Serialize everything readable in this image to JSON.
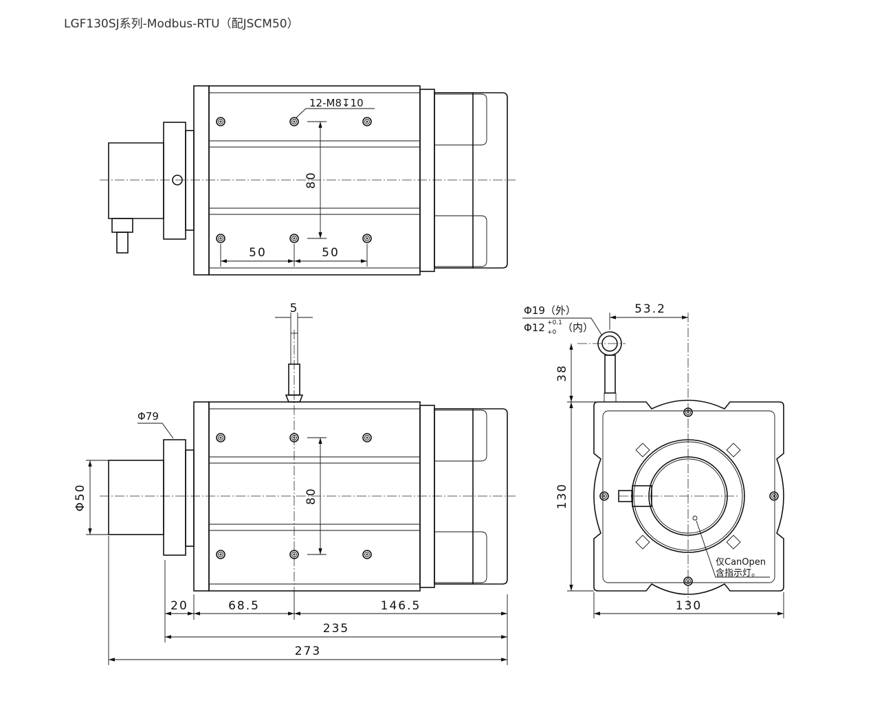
{
  "title": "LGF130SJ系列-Modbus-RTU（配JSCM50）",
  "top_view": {
    "hole_note": "12-M8↧10",
    "dim_80": "80",
    "dim_50_left": "50",
    "dim_50_right": "50"
  },
  "front_view": {
    "dim_5": "5",
    "dia_79": "Φ79",
    "dia_50": "Φ50",
    "dim_80": "80",
    "dim_20": "20",
    "dim_68_5": "68.5",
    "dim_146_5": "146.5",
    "dim_235": "235",
    "dim_273": "273"
  },
  "side_view": {
    "eye_outer": "Φ19（外）",
    "eye_inner": "Φ12",
    "tol_upper": "+0.1",
    "tol_lower": "+0",
    "eye_inner_suffix": "（内）",
    "dim_53_2": "53.2",
    "dim_38": "38",
    "dim_130_v": "130",
    "dim_130_h": "130",
    "note_line1": "仅CanOpen",
    "note_line2": "含指示灯。"
  }
}
